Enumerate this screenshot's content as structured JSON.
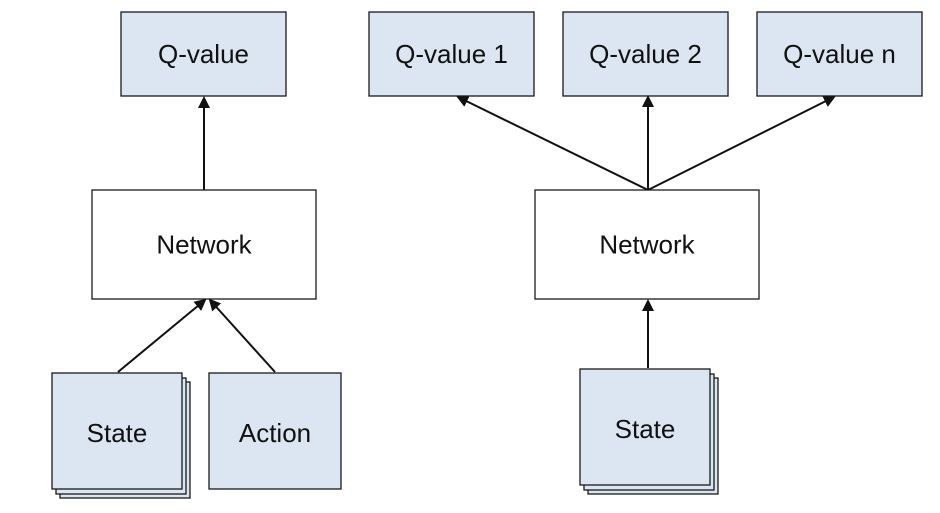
{
  "colors": {
    "output_fill": "#dbe6f2",
    "network_fill": "#ffffff",
    "input_fill": "#dbe6f2",
    "stroke": "#1a1a1a",
    "arrow": "#111111"
  },
  "left": {
    "output": "Q-value",
    "network": "Network",
    "inputs": [
      "State",
      "Action"
    ]
  },
  "right": {
    "outputs": [
      "Q-value 1",
      "Q-value 2",
      "Q-value n"
    ],
    "network": "Network",
    "input": "State"
  }
}
